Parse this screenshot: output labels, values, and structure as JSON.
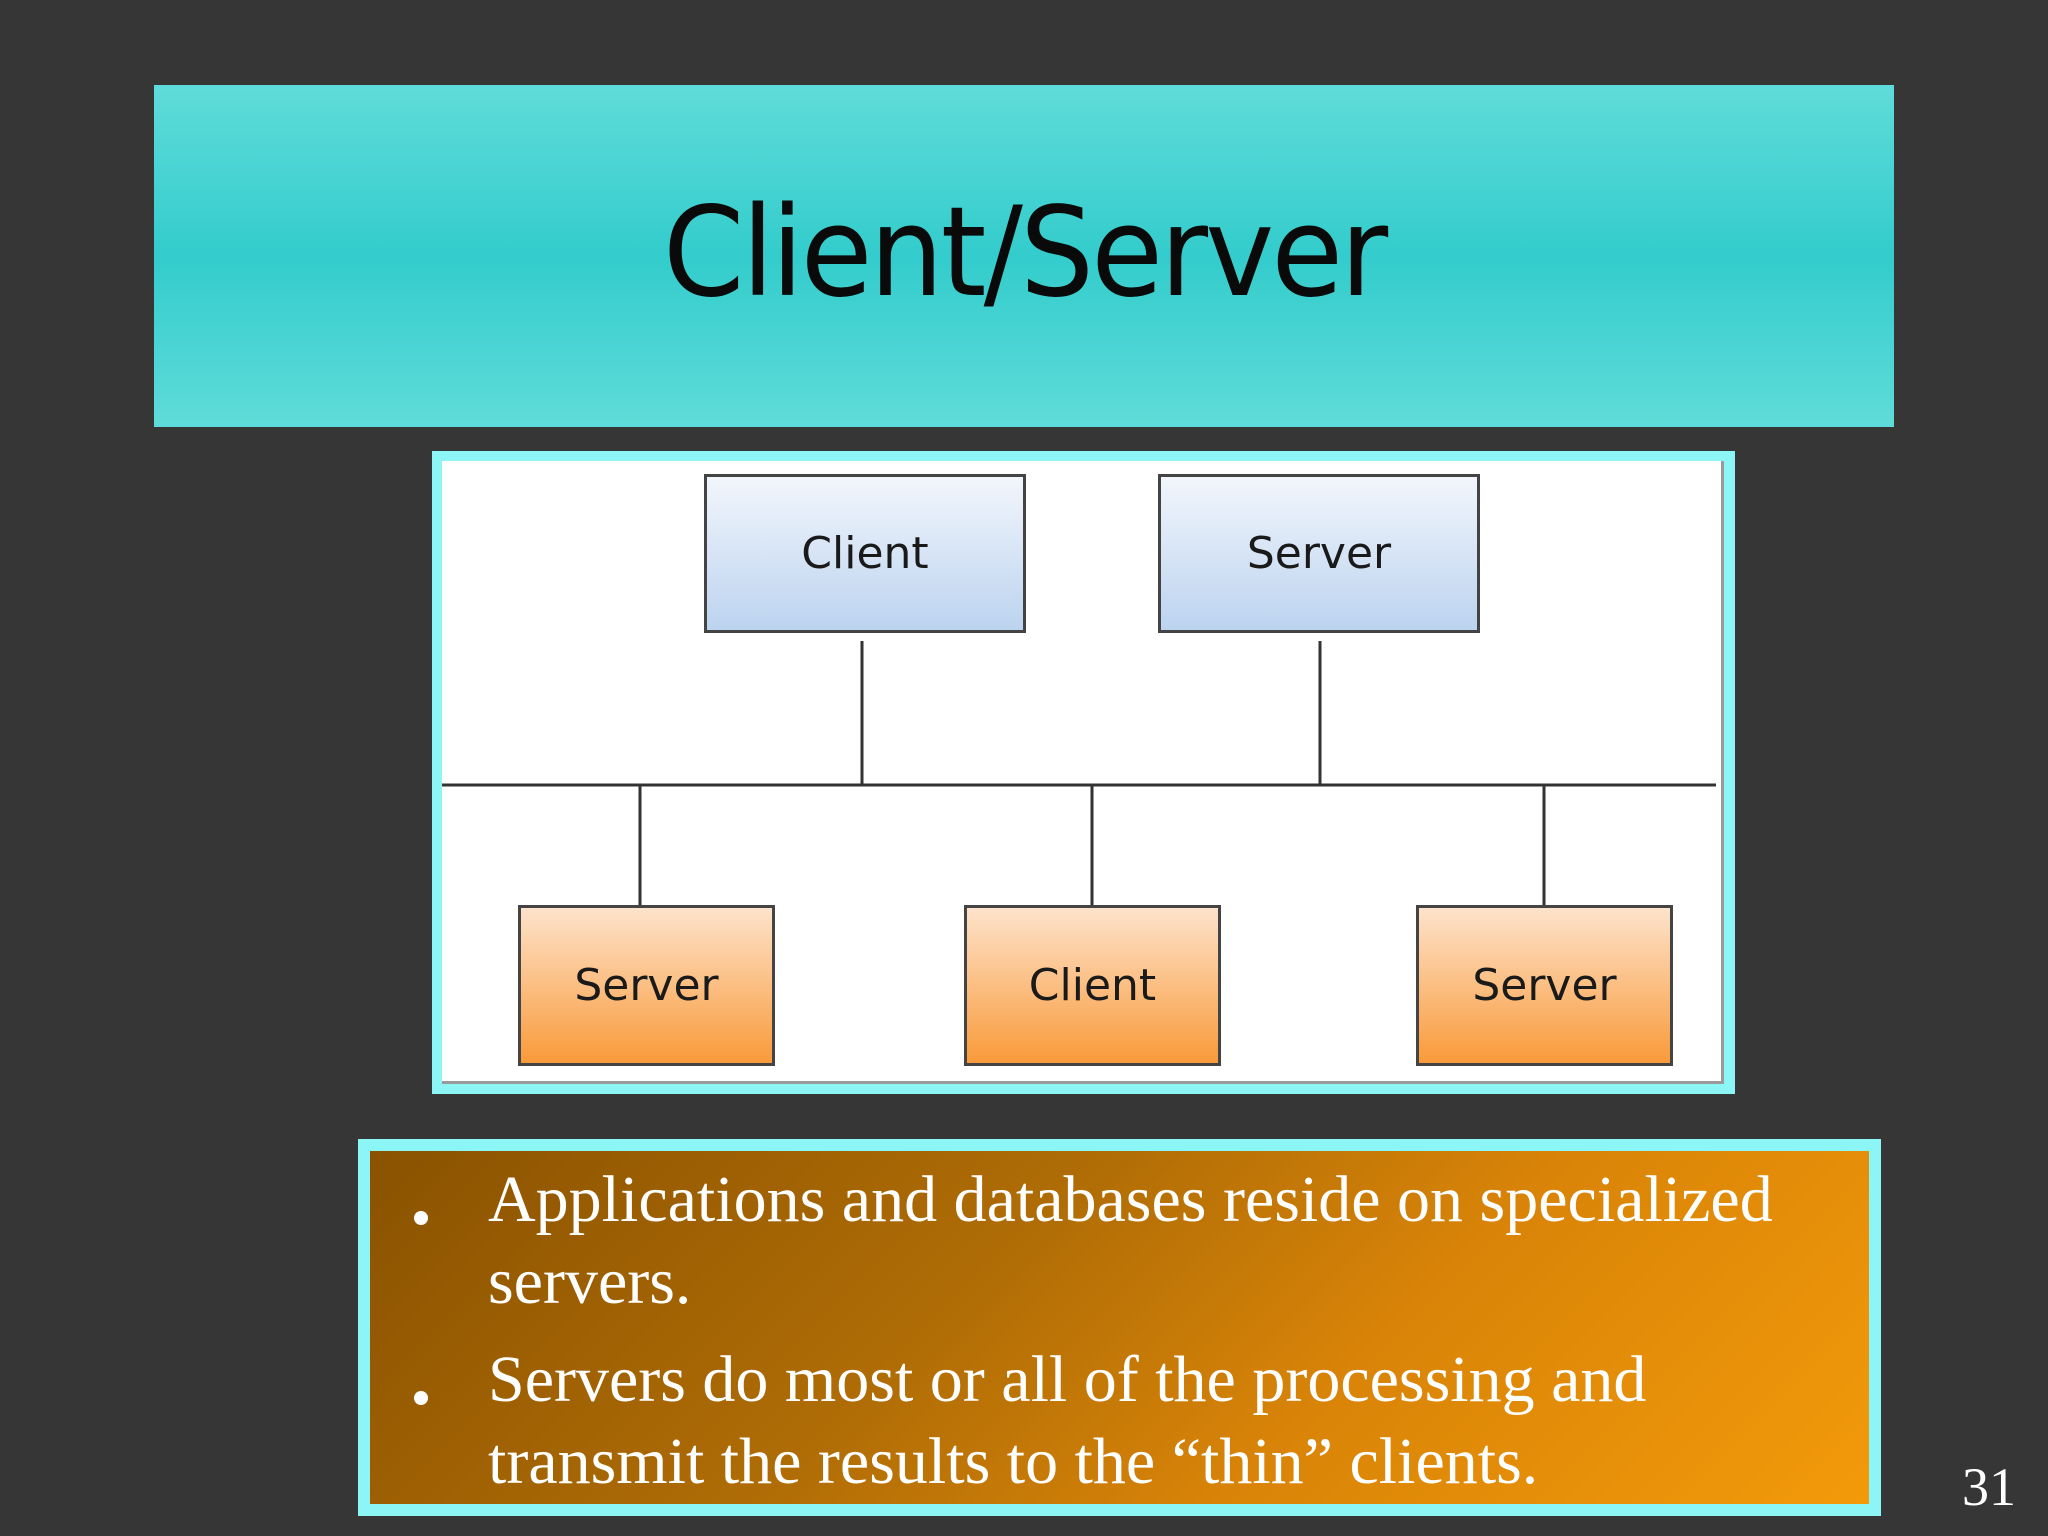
{
  "slide": {
    "title": "Client/Server",
    "page_number": "31"
  },
  "diagram": {
    "top_nodes": [
      {
        "label": "Client",
        "color": "#bcd3ef"
      },
      {
        "label": "Server",
        "color": "#bcd3ef"
      }
    ],
    "bottom_nodes": [
      {
        "label": "Server",
        "color": "#f99a3a"
      },
      {
        "label": "Client",
        "color": "#f99a3a"
      },
      {
        "label": "Server",
        "color": "#f99a3a"
      }
    ]
  },
  "bullets": [
    {
      "text": "Applications and databases reside on specialized servers."
    },
    {
      "text": "Servers do most or all of the processing and transmit the results to the “thin” clients."
    }
  ],
  "colors": {
    "background": "#363636",
    "title_banner": "#33cccc",
    "frame_border": "#8cf5f5",
    "text_box_dark": "#8a5200",
    "text_box_light": "#f39a0a"
  }
}
